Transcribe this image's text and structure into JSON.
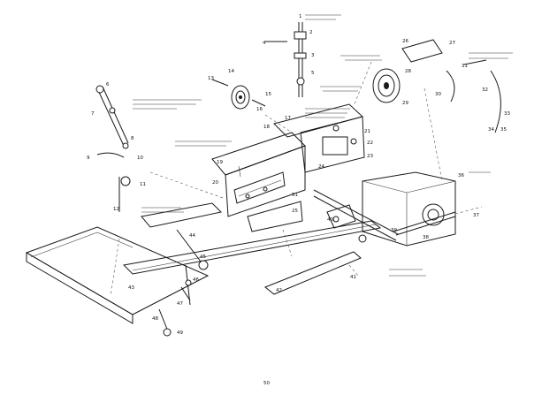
{
  "diagram": {
    "background": "#ffffff",
    "ink": "#1a1a1a",
    "part_numbers": [
      "1",
      "2",
      "3",
      "4",
      "5",
      "6",
      "7",
      "8",
      "9",
      "10",
      "11",
      "12",
      "13",
      "14",
      "15",
      "16",
      "17",
      "18",
      "19",
      "20",
      "21",
      "22",
      "23",
      "24",
      "25",
      "26",
      "27",
      "28",
      "29",
      "30",
      "31",
      "32",
      "33",
      "34",
      "35",
      "36",
      "37",
      "38",
      "39",
      "40",
      "41",
      "42",
      "43",
      "44",
      "45",
      "46",
      "47",
      "48",
      "49",
      "50",
      "51"
    ]
  }
}
